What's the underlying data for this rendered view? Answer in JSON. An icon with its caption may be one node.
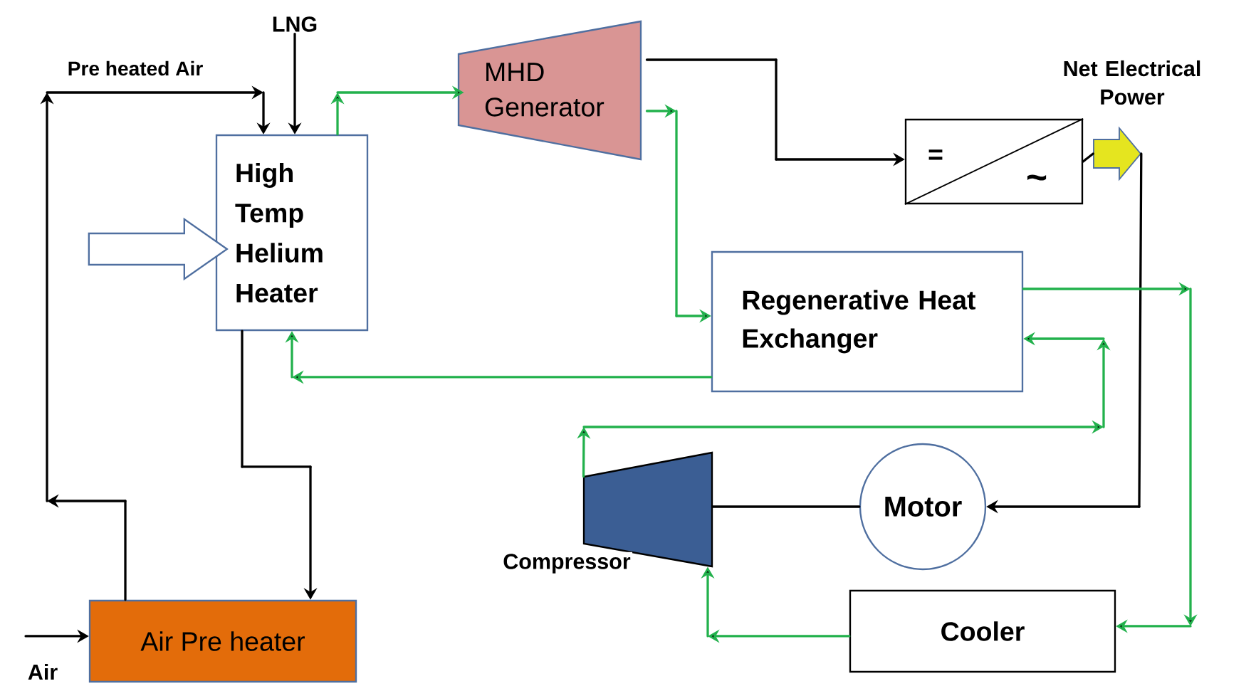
{
  "diagram": {
    "nodes": [
      {
        "text": [
          "High Temp Helium Heater"
        ]
      },
      {
        "text": [
          "MHD Generator"
        ]
      },
      {
        "text": [
          "=",
          "~"
        ]
      },
      {
        "text": [
          "Regenerative Heat Exchanger"
        ]
      },
      {
        "text": [
          "Motor"
        ]
      },
      {
        "text": [
          "Compressor"
        ]
      },
      {
        "text": [
          "Cooler"
        ]
      },
      {
        "text": [
          "Air Pre heater"
        ]
      },
      {
        "text": [
          "Net Electrical Power"
        ]
      },
      {
        "text": [
          "LNG"
        ]
      },
      {
        "text": [
          "Air"
        ]
      }
    ],
    "edges": [
      {
        "from": 10,
        "to": 7,
        "arrow": "to"
      },
      {
        "from": 7,
        "to": 0,
        "arrow": "to",
        "label": "Pre heated Air"
      },
      {
        "from": 0,
        "to": 7,
        "arrow": "to"
      },
      {
        "from": 9,
        "to": 0,
        "arrow": "to"
      },
      {
        "from": null,
        "to": 0,
        "arrow": "to",
        "style": "thick",
        "color": "#4f6fa0"
      },
      {
        "from": 0,
        "to": 1,
        "arrow": "to",
        "color": "#22b14c"
      },
      {
        "from": 1,
        "to": 2,
        "arrow": "to"
      },
      {
        "from": 1,
        "to": 3,
        "arrow": "to",
        "color": "#22b14c"
      },
      {
        "from": 2,
        "to": 8,
        "arrow": "none"
      },
      {
        "from": 8,
        "to": 4,
        "arrow": "to"
      },
      {
        "from": 4,
        "to": 5,
        "arrow": "none"
      },
      {
        "from": 3,
        "to": 0,
        "arrow": "to",
        "color": "#22b14c"
      },
      {
        "from": 3,
        "to": 6,
        "arrow": "to",
        "color": "#22b14c"
      },
      {
        "from": 6,
        "to": 5,
        "arrow": "to",
        "color": "#22b14c"
      },
      {
        "from": 5,
        "to": 3,
        "arrow": "to",
        "color": "#22b14c"
      }
    ]
  }
}
